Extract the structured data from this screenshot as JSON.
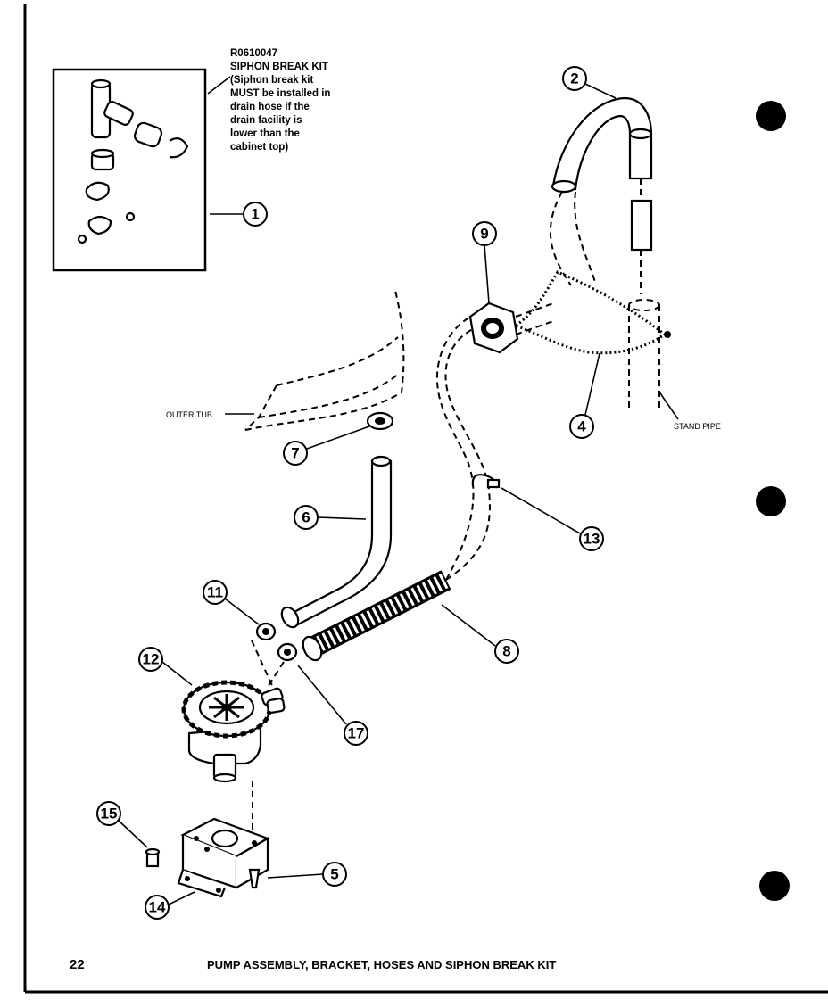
{
  "kit": {
    "part_number": "R0610047",
    "title": "SIPHON BREAK KIT",
    "note_lines": [
      "(Siphon break kit",
      "MUST be installed in",
      "drain hose if the",
      "drain facility is",
      "lower than the",
      "cabinet top)"
    ]
  },
  "labels": {
    "outer_tub": "OUTER TUB",
    "stand_pipe": "STAND PIPE"
  },
  "callouts": [
    "1",
    "2",
    "4",
    "5",
    "6",
    "7",
    "8",
    "9",
    "11",
    "12",
    "13",
    "14",
    "15",
    "17"
  ],
  "footer": {
    "page_number": "22",
    "title": "PUMP ASSEMBLY, BRACKET, HOSES AND SIPHON BREAK KIT"
  }
}
